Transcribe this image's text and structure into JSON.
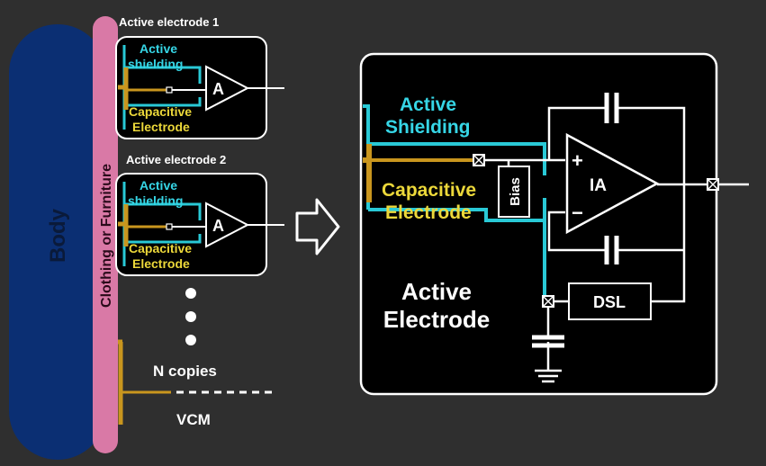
{
  "labels": {
    "body": "Body",
    "clothing": "Clothing or Furniture",
    "electrode1_title": "Active electrode 1",
    "electrode2_title": "Active electrode 2",
    "active": "Active",
    "shielding_lower": "shielding",
    "shielding_cap": "Shielding",
    "capacitive": "Capacitive",
    "electrode": "Electrode",
    "amp_small": "A",
    "n_copies": "N copies",
    "vcm": "VCM",
    "ia": "IA",
    "plus": "+",
    "minus": "−",
    "bias": "Bias",
    "dsl": "DSL",
    "big_active": "Active",
    "big_electrode": "Electrode"
  },
  "colors": {
    "background": "#2f2f2f",
    "panel": "#000000",
    "outline": "#ffffff",
    "body_fill": "#0b2f73",
    "body_text": "#0a1a3a",
    "clothing_fill": "#d979a6",
    "clothing_text": "#2a0a1a",
    "shield": "#29c9d6",
    "shield_text": "#36d6e6",
    "electrode_gold": "#c9961e",
    "capacitive_text": "#ecd83a",
    "wire": "#ffffff"
  }
}
